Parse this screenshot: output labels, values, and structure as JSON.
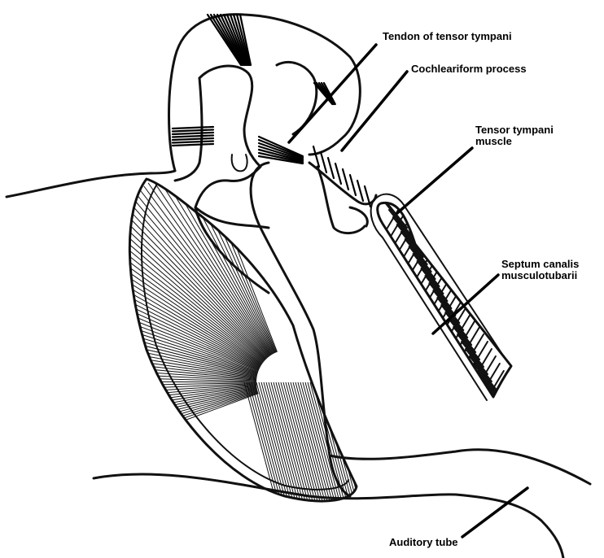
{
  "labels": {
    "tendon_tensor_tympani": "Tendon of tensor tympani",
    "cochleariform_process": "Cochleariform process",
    "tensor_tympani_muscle_line1": "Tensor tympani",
    "tensor_tympani_muscle_line2": "muscle",
    "septum_line1": "Septum canalis",
    "septum_line2": "musculotubarii",
    "auditory_tube": "Auditory tube"
  }
}
